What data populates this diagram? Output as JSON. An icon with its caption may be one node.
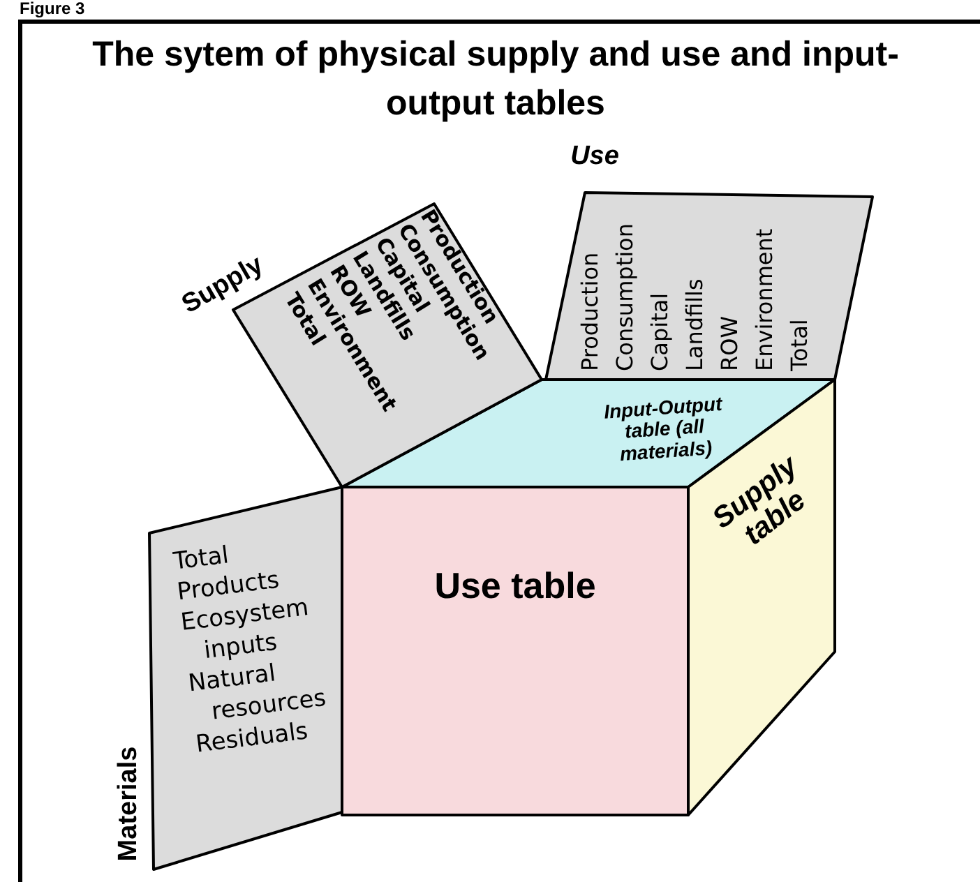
{
  "diagram": {
    "title": "The sytem of physical supply and use and input-output tables",
    "nodes": [
      {
        "text": [
          "Use table"
        ]
      },
      {
        "text": [
          "Input-Output table (all materials)"
        ]
      },
      {
        "text": [
          "Supply table"
        ]
      },
      {
        "text": [
          "Materials",
          "Total",
          "Products",
          "Ecosystem inputs",
          "Natural resources",
          "Residuals"
        ]
      },
      {
        "text": [
          "Supply",
          "Production",
          "Consumption",
          "Capital",
          "Landfills",
          "ROW",
          "Environment",
          "Total"
        ]
      },
      {
        "text": [
          "Use",
          "Production",
          "Consumption",
          "Capital",
          "Landfills",
          "ROW",
          "Environment",
          "Total"
        ]
      }
    ],
    "labels": [
      "Figure 3"
    ]
  }
}
